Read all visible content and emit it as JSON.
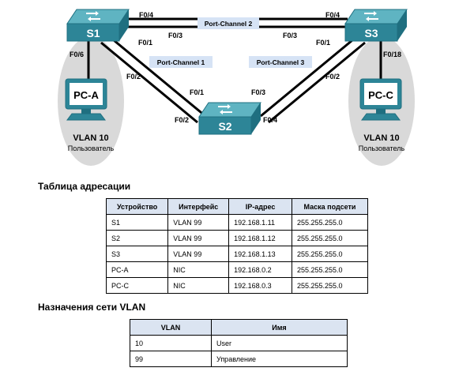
{
  "topology": {
    "switches": {
      "s1": "S1",
      "s2": "S2",
      "s3": "S3"
    },
    "pcs": {
      "pca": "PC-A",
      "pcc": "PC-C"
    },
    "port_channels": {
      "pc1": "Port-Channel 1",
      "pc2": "Port-Channel 2",
      "pc3": "Port-Channel 3"
    },
    "ports": {
      "s1_f04": "F0/4",
      "s1_f03": "F0/3",
      "s1_f01": "F0/1",
      "s1_f02": "F0/2",
      "s1_f06": "F0/6",
      "s3_f04": "F0/4",
      "s3_f03": "F0/3",
      "s3_f01": "F0/1",
      "s3_f02": "F0/2",
      "s3_f018": "F0/18",
      "s2_f01": "F0/1",
      "s2_f02": "F0/2",
      "s2_f03": "F0/3",
      "s2_f04": "F0/4"
    },
    "vlan_groups": {
      "left": {
        "vlan": "VLAN 10",
        "role": "Пользователь"
      },
      "right": {
        "vlan": "VLAN 10",
        "role": "Пользователь"
      }
    }
  },
  "addressing": {
    "title": "Таблица адресации",
    "headers": [
      "Устройство",
      "Интерфейс",
      "IP-адрес",
      "Маска подсети"
    ],
    "rows": [
      [
        "S1",
        "VLAN 99",
        "192.168.1.11",
        "255.255.255.0"
      ],
      [
        "S2",
        "VLAN 99",
        "192.168.1.12",
        "255.255.255.0"
      ],
      [
        "S3",
        "VLAN 99",
        "192.168.1.13",
        "255.255.255.0"
      ],
      [
        "PC-A",
        "NIC",
        "192.168.0.2",
        "255.255.255.0"
      ],
      [
        "PC-C",
        "NIC",
        "192.168.0.3",
        "255.255.255.0"
      ]
    ]
  },
  "vlans": {
    "title": "Назначения сети VLAN",
    "headers": [
      "VLAN",
      "Имя"
    ],
    "rows": [
      [
        "10",
        "User"
      ],
      [
        "99",
        "Управление"
      ]
    ]
  },
  "colors": {
    "switch_top": "#5fb4c2",
    "switch_front": "#2d8597",
    "pc_label_fill": "#ffffff",
    "group_ellipse": "#d9d9d9",
    "port_channel_label": "#d6e3f5",
    "table_header": "#dbe4f1"
  }
}
